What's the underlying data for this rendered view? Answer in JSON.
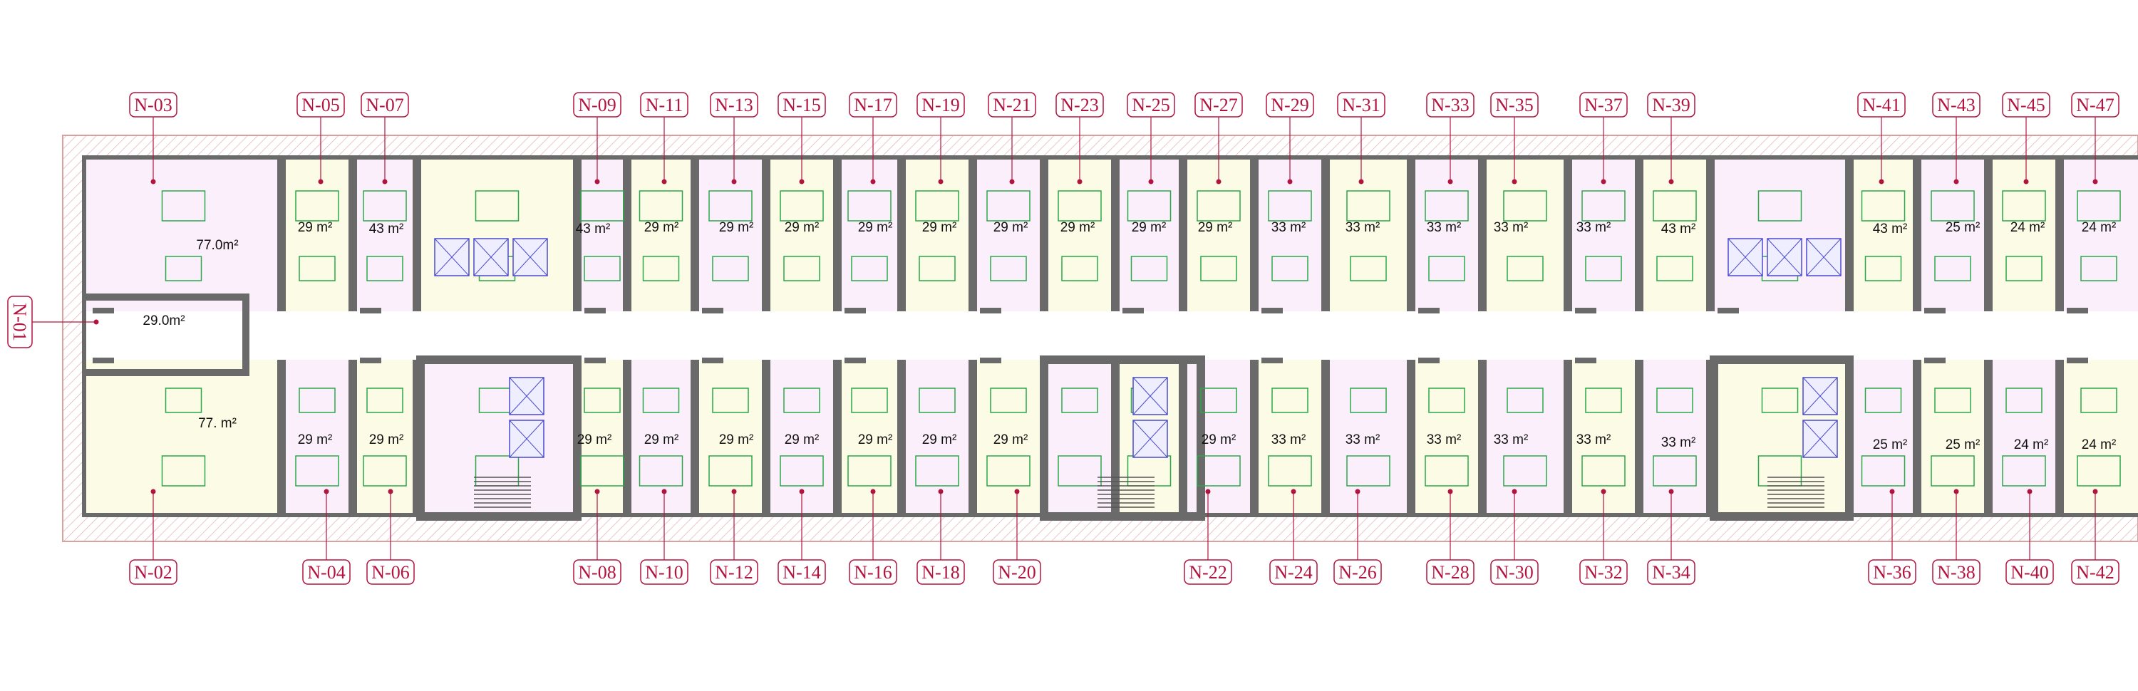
{
  "colors": {
    "tag": "#b3143f",
    "wall": "#6a6a6a",
    "outer_hatch": "#e3b6b6",
    "room_fill_a": "#fbeffb",
    "room_fill_b": "#fbfbe6",
    "furniture": "#2aa84a",
    "elevator": "#4a4ad0"
  },
  "labels": {
    "top": [
      "N-03",
      "N-05",
      "N-07",
      "N-09",
      "N-11",
      "N-13",
      "N-15",
      "N-17",
      "N-19",
      "N-21",
      "N-23",
      "N-25",
      "N-27",
      "N-29",
      "N-31",
      "N-33",
      "N-35",
      "N-37",
      "N-39",
      "N-41",
      "N-43",
      "N-45",
      "N-47"
    ],
    "bottom": [
      "N-02",
      "N-04",
      "N-06",
      "N-08",
      "N-10",
      "N-12",
      "N-14",
      "N-16",
      "N-18",
      "N-20",
      "N-22",
      "N-24",
      "N-26",
      "N-28",
      "N-30",
      "N-32",
      "N-34",
      "N-36",
      "N-38",
      "N-40",
      "N-42"
    ],
    "side": "N-01"
  },
  "areas": {
    "top": [
      "77.0m²",
      "29 m²",
      "43 m²",
      "43 m²",
      "29 m²",
      "29 m²",
      "29 m²",
      "29 m²",
      "29 m²",
      "29 m²",
      "29 m²",
      "29 m²",
      "29 m²",
      "33 m²",
      "33 m²",
      "33 m²",
      "33 m²",
      "33 m²",
      "43 m²",
      "43 m²",
      "25 m²",
      "24 m²",
      "24 m²"
    ],
    "middle": "29.0m²",
    "bottom": [
      "77. m²",
      "29 m²",
      "29 m²",
      "29 m²",
      "29 m²",
      "29 m²",
      "29 m²",
      "29 m²",
      "29 m²",
      "29 m²",
      "29 m²",
      "33 m²",
      "33 m²",
      "33 m²",
      "33 m²",
      "33 m²",
      "33 m²",
      "25 m²",
      "25 m²",
      "24 m²",
      "24 m²"
    ]
  }
}
